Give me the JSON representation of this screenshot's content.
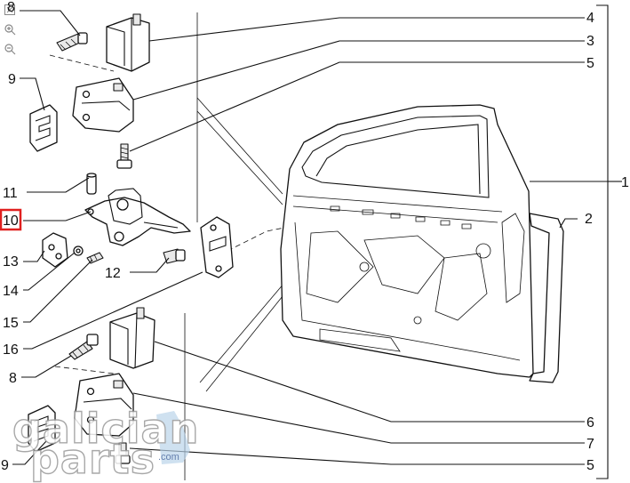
{
  "callouts": {
    "c8_top": "8",
    "c4": "4",
    "c3": "3",
    "c5_top": "5",
    "c9_top": "9",
    "c1": "1",
    "c2": "2",
    "c11": "11",
    "c10": "10",
    "c13": "13",
    "c12": "12",
    "c14": "14",
    "c15": "15",
    "c16": "16",
    "c8_bottom": "8",
    "c6": "6",
    "c7": "7",
    "c9_bottom": "9",
    "c5_bottom": "5"
  },
  "highlight": {
    "label": "10",
    "color": "#e0201f"
  },
  "watermark": {
    "line1": "galician",
    "line2": "parts",
    "suffix": ".com",
    "accent": "#b9d3ea"
  },
  "icons": [
    "expand-icon",
    "zoom-in-icon",
    "zoom-out-icon"
  ]
}
